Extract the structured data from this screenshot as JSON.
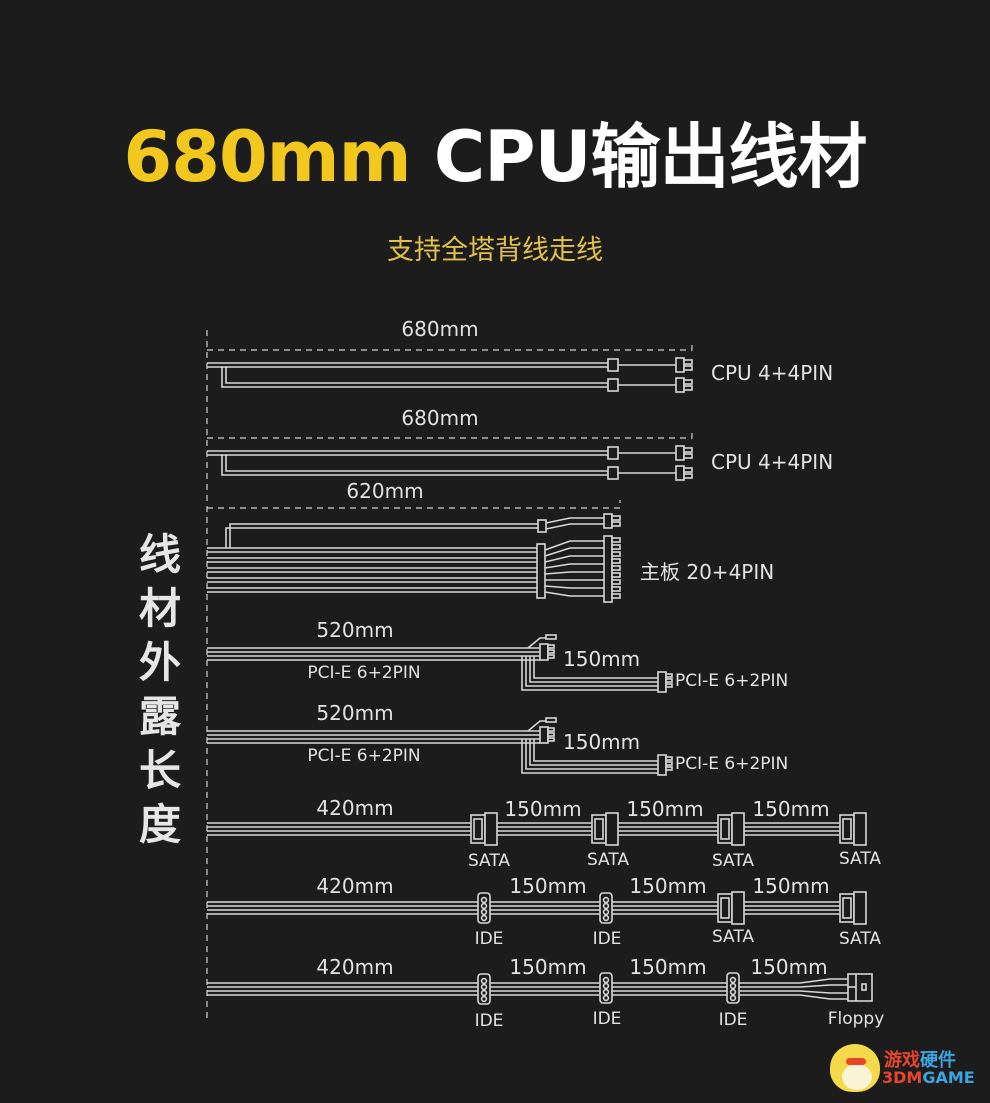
{
  "header": {
    "title_accent": "680mm",
    "title_main": "CPU输出线材",
    "subtitle": "支持全塔背线走线",
    "accent_color": "#f2c81e",
    "subtitle_color": "#e2c04a"
  },
  "side_label": [
    "线",
    "材",
    "外",
    "露",
    "长",
    "度"
  ],
  "cables": [
    {
      "length": "680mm",
      "connector": "CPU 4+4PIN"
    },
    {
      "length": "680mm",
      "connector": "CPU 4+4PIN"
    },
    {
      "length": "620mm",
      "connector": "主板 20+4PIN"
    },
    {
      "length": "520mm",
      "connector_first": "PCI-E 6+2PIN",
      "extension": "150mm",
      "connector_second": "PCI-E 6+2PIN"
    },
    {
      "length": "520mm",
      "connector_first": "PCI-E 6+2PIN",
      "extension": "150mm",
      "connector_second": "PCI-E 6+2PIN"
    },
    {
      "length": "420mm",
      "segments": [
        "150mm",
        "150mm",
        "150mm"
      ],
      "connectors": [
        "SATA",
        "SATA",
        "SATA",
        "SATA"
      ]
    },
    {
      "length": "420mm",
      "segments": [
        "150mm",
        "150mm",
        "150mm"
      ],
      "connectors": [
        "IDE",
        "IDE",
        "SATA",
        "SATA"
      ]
    },
    {
      "length": "420mm",
      "segments": [
        "150mm",
        "150mm",
        "150mm"
      ],
      "connectors": [
        "IDE",
        "IDE",
        "IDE",
        "Floppy"
      ]
    }
  ],
  "watermark": {
    "cn_red": "游戏",
    "cn_blue": "硬件",
    "en_red": "3DM",
    "en_blue": "GAME"
  }
}
